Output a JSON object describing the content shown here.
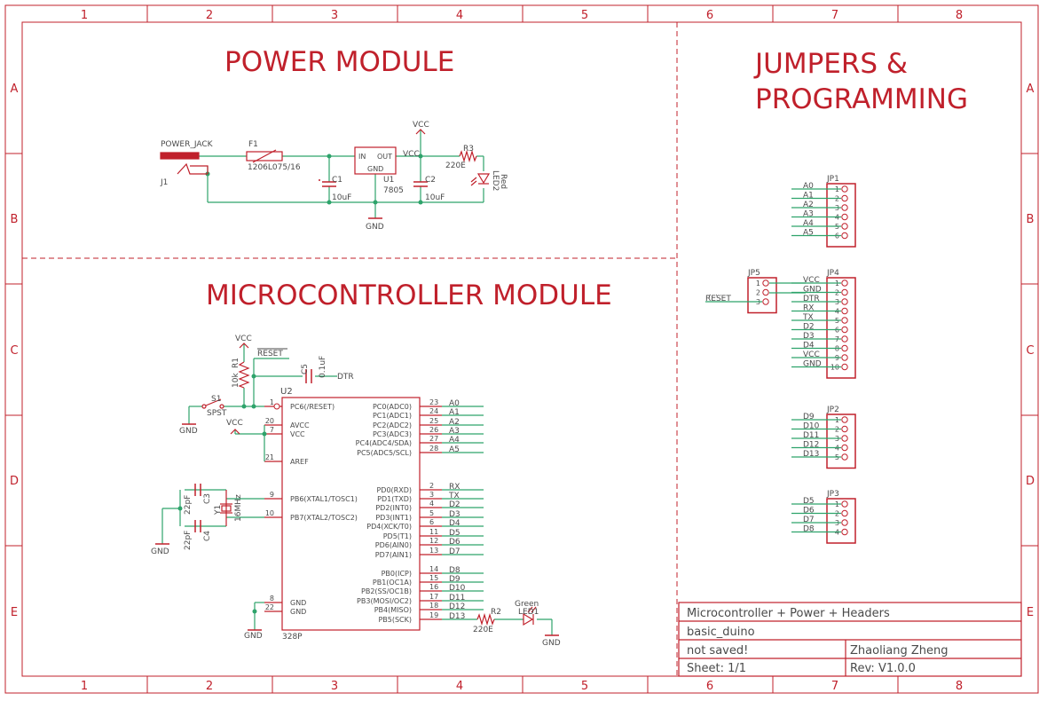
{
  "colors": {
    "frame": "#c0202b",
    "text": "#4a4a4a",
    "wire": "#2ea36b"
  },
  "frame": {
    "cols": [
      "1",
      "2",
      "3",
      "4",
      "5",
      "6",
      "7",
      "8"
    ],
    "rows": [
      "A",
      "B",
      "C",
      "D",
      "E"
    ]
  },
  "titles": {
    "power": "POWER MODULE",
    "jumpers_line1": "JUMPERS &",
    "jumpers_line2": "PROGRAMMING",
    "mcu": "MICROCONTROLLER MODULE"
  },
  "title_block": {
    "title": "Microcontroller + Power + Headers",
    "name": "basic_duino",
    "status": "not saved!",
    "author": "Zhaoliang Zheng",
    "sheet": "Sheet:  1/1",
    "rev": "Rev:  V1.0.0"
  },
  "power": {
    "power_jack": "POWER_JACK",
    "j1": "J1",
    "f1": "F1",
    "f1_value": "1206L075/16",
    "c1": "C1",
    "c1_value": "10uF",
    "u1": "U1",
    "u1_value": "7805",
    "u1_in": "IN",
    "u1_out": "OUT",
    "u1_gnd": "GND",
    "vcc_net": "VCC",
    "vcc_supply": "VCC",
    "c2": "C2",
    "c2_value": "10uF",
    "r3": "R3",
    "r3_value": "220E",
    "led2": "LED2",
    "led2_color": "Red",
    "gnd": "GND"
  },
  "mcu": {
    "u2": "U2",
    "u2_value": "328P",
    "vcc_top": "VCC",
    "vcc_mid": "VCC",
    "r1": "R1",
    "r1_value": "10k",
    "reset": "RESET",
    "c5": "C5",
    "c5_value": "0.1uF",
    "dtr": "DTR",
    "s1": "S1",
    "s1_value": "SPST",
    "gnd_s1": "GND",
    "gnd_xtal": "GND",
    "gnd_u2": "GND",
    "gnd_led": "GND",
    "c3": "C3",
    "c3_value": "22pF",
    "c4": "C4",
    "c4_value": "22pF",
    "y1": "Y1",
    "y1_value": "16MHz",
    "r2": "R2",
    "r2_value": "220E",
    "led1": "LED1",
    "led1_color": "Green",
    "left_pins": [
      {
        "num": "1",
        "name": "PC6(/RESET)"
      },
      {
        "num": "20",
        "name": "AVCC"
      },
      {
        "num": "7",
        "name": "VCC"
      },
      {
        "num": "21",
        "name": "AREF"
      },
      {
        "num": "9",
        "name": "PB6(XTAL1/TOSC1)"
      },
      {
        "num": "10",
        "name": "PB7(XTAL2/TOSC2)"
      },
      {
        "num": "8",
        "name": "GND"
      },
      {
        "num": "22",
        "name": "GND"
      }
    ],
    "right_pins": [
      {
        "num": "23",
        "name": "PC0(ADC0)",
        "net": "A0"
      },
      {
        "num": "24",
        "name": "PC1(ADC1)",
        "net": "A1"
      },
      {
        "num": "25",
        "name": "PC2(ADC2)",
        "net": "A2"
      },
      {
        "num": "26",
        "name": "PC3(ADC3)",
        "net": "A3"
      },
      {
        "num": "27",
        "name": "PC4(ADC4/SDA)",
        "net": "A4"
      },
      {
        "num": "28",
        "name": "PC5(ADC5/SCL)",
        "net": "A5"
      },
      {
        "num": "2",
        "name": "PD0(RXD)",
        "net": "RX"
      },
      {
        "num": "3",
        "name": "PD1(TXD)",
        "net": "TX"
      },
      {
        "num": "4",
        "name": "PD2(INT0)",
        "net": "D2"
      },
      {
        "num": "5",
        "name": "PD3(INT1)",
        "net": "D3"
      },
      {
        "num": "6",
        "name": "PD4(XCK/T0)",
        "net": "D4"
      },
      {
        "num": "11",
        "name": "PD5(T1)",
        "net": "D5"
      },
      {
        "num": "12",
        "name": "PD6(AIN0)",
        "net": "D6"
      },
      {
        "num": "13",
        "name": "PD7(AIN1)",
        "net": "D7"
      },
      {
        "num": "14",
        "name": "PB0(ICP)",
        "net": "D8"
      },
      {
        "num": "15",
        "name": "PB1(OC1A)",
        "net": "D9"
      },
      {
        "num": "16",
        "name": "PB2(SS/OC1B)",
        "net": "D10"
      },
      {
        "num": "17",
        "name": "PB3(MOSI/OC2)",
        "net": "D11"
      },
      {
        "num": "18",
        "name": "PB4(MISO)",
        "net": "D12"
      },
      {
        "num": "19",
        "name": "PB5(SCK)",
        "net": "D13"
      }
    ]
  },
  "jumpers": {
    "jp1": {
      "name": "JP1",
      "pins": [
        "1",
        "2",
        "3",
        "4",
        "5",
        "6"
      ],
      "nets": [
        "A0",
        "A1",
        "A2",
        "A3",
        "A4",
        "A5"
      ]
    },
    "jp4": {
      "name": "JP4",
      "pins": [
        "1",
        "2",
        "3",
        "4",
        "5",
        "6",
        "7",
        "8",
        "9",
        "10"
      ],
      "nets": [
        "VCC",
        "GND",
        "DTR",
        "RX",
        "TX",
        "D2",
        "D3",
        "D4",
        "VCC",
        "GND"
      ]
    },
    "jp5": {
      "name": "JP5",
      "pins": [
        "1",
        "2",
        "3"
      ],
      "net3": "RESET"
    },
    "jp2": {
      "name": "JP2",
      "pins": [
        "1",
        "2",
        "3",
        "4",
        "5"
      ],
      "nets": [
        "D9",
        "D10",
        "D11",
        "D12",
        "D13"
      ]
    },
    "jp3": {
      "name": "JP3",
      "pins": [
        "1",
        "2",
        "3",
        "4"
      ],
      "nets": [
        "D5",
        "D6",
        "D7",
        "D8"
      ]
    }
  }
}
